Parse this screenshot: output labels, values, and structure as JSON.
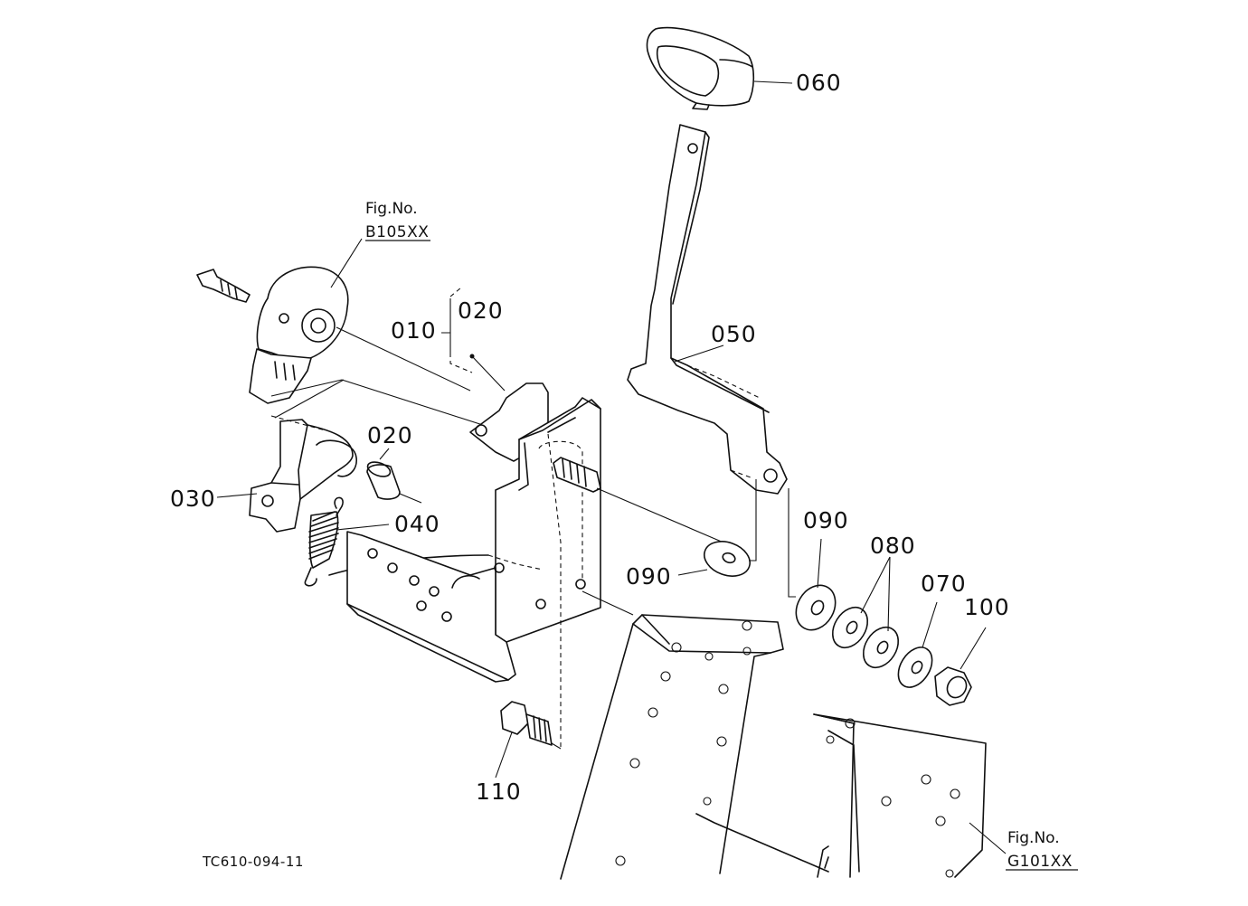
{
  "drawing_code": "TC610-094-11",
  "figure_refs": [
    {
      "id": "sensor",
      "label": "Fig.No.",
      "code": "B105XX"
    },
    {
      "id": "frame",
      "label": "Fig.No.",
      "code": "G101XX"
    }
  ],
  "parts": [
    {
      "id": "p010",
      "number": "010"
    },
    {
      "id": "p020_top",
      "number": "020"
    },
    {
      "id": "p020",
      "number": "020"
    },
    {
      "id": "p030",
      "number": "030"
    },
    {
      "id": "p040",
      "number": "040"
    },
    {
      "id": "p050",
      "number": "050"
    },
    {
      "id": "p060",
      "number": "060"
    },
    {
      "id": "p070",
      "number": "070"
    },
    {
      "id": "p080",
      "number": "080"
    },
    {
      "id": "p090_left",
      "number": "090"
    },
    {
      "id": "p090_right",
      "number": "090"
    },
    {
      "id": "p100",
      "number": "100"
    },
    {
      "id": "p110",
      "number": "110"
    }
  ]
}
